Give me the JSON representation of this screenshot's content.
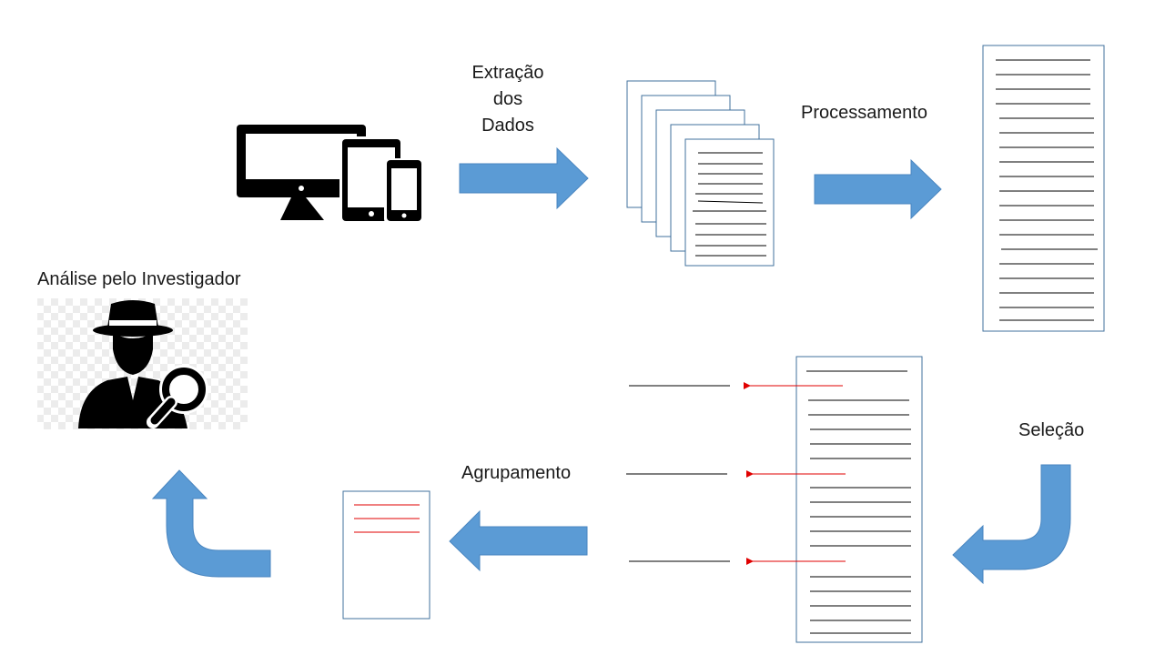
{
  "labels": {
    "extraction": [
      "Extração",
      "dos",
      "Dados"
    ],
    "processing": "Processamento",
    "investigator": "Análise pelo Investigador",
    "selection": "Seleção",
    "grouping": "Agrupamento"
  },
  "colors": {
    "arrow_fill": "#5b9bd5",
    "arrow_stroke": "#4a86c0",
    "doc_border": "#41719c",
    "text_line": "#000000",
    "highlight_line": "#e00000",
    "icon": "#000000"
  },
  "icons": [
    "devices-icon",
    "investigator-icon"
  ]
}
